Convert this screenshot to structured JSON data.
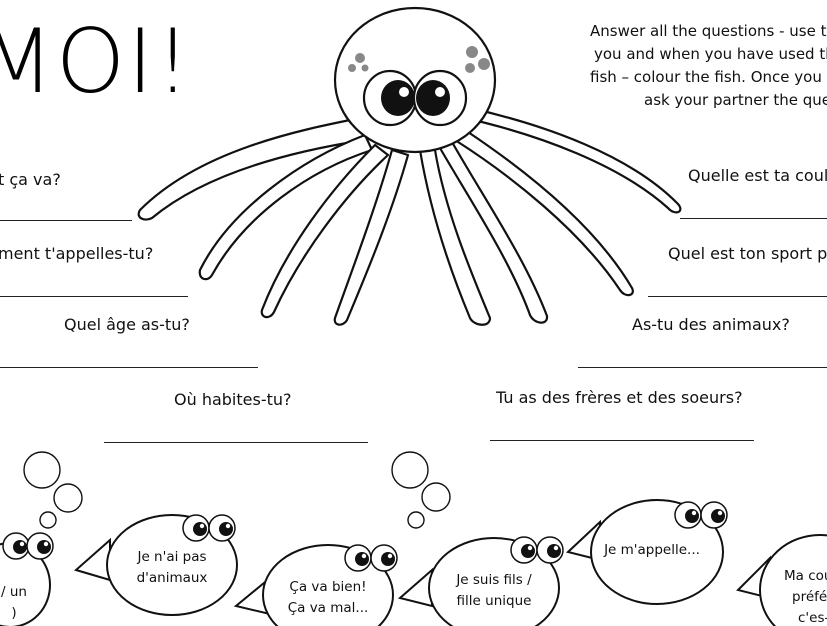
{
  "title": "MOI!",
  "instructions": [
    "Answer all the questions - use th",
    "you and when you have used the",
    "fish – colour the fish. Once you h",
    "ask your partner the que"
  ],
  "questions": [
    {
      "text": "t ça va?"
    },
    {
      "text": "ment t'appelles-tu?"
    },
    {
      "text": "Quel âge as-tu?"
    },
    {
      "text": "Où habites-tu?"
    },
    {
      "text": "Tu as des frères et des soeurs?"
    },
    {
      "text": "As-tu des animaux?"
    },
    {
      "text": "Quel est ton sport p"
    },
    {
      "text": "Quelle est ta coul"
    }
  ],
  "fish": [
    {
      "lines": [
        "/ un",
        ")"
      ]
    },
    {
      "lines": [
        "Je n'ai pas",
        "d'animaux"
      ]
    },
    {
      "lines": [
        "Ça va bien!",
        "Ça va mal..."
      ]
    },
    {
      "lines": [
        "Je suis fils  /",
        "fille unique"
      ]
    },
    {
      "lines": [
        "Je m'appelle..."
      ]
    },
    {
      "lines": [
        "Ma cou",
        "préfé",
        "c'es-"
      ]
    }
  ]
}
